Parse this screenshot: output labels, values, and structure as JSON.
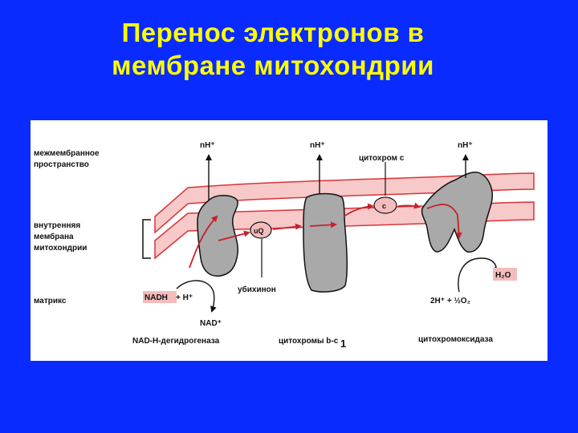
{
  "title": {
    "line1": "Перенос  электронов  в",
    "line2": "мембране  митохондрии"
  },
  "diagram": {
    "region_labels": {
      "intermembrane_1": "межмембранное",
      "intermembrane_2": "пространство",
      "inner_membrane_1": "внутренняя",
      "inner_membrane_2": "мембрана",
      "inner_membrane_3": "митохондрии",
      "matrix": "матрикс"
    },
    "proton_labels": {
      "complex1": "nH⁺",
      "complex3": "nH⁺",
      "complex4": "nH⁺"
    },
    "cytochrome_c_label": "цитохром c",
    "cytochrome_c_symbol": "c",
    "ubiquinone_symbol": "uQ",
    "ubiquinone_label": "убихинон",
    "substrates": {
      "nadh_box": "NADH",
      "nadh_plus": " + H⁺",
      "nad_plus": "NAD⁺",
      "water_reactants": "2H⁺ + ½O₂",
      "water_box": "H₂O"
    },
    "complex_labels": {
      "complex1": "NAD-H-дегидрогеназа",
      "complex3": "цитохромы b-c",
      "complex3_sub": "1",
      "complex4": "цитохромоксидаза"
    },
    "colors": {
      "background": "#0a2bff",
      "title": "#ffff00",
      "membrane_fill": "#f7c9c9",
      "membrane_stroke": "#d9343a",
      "arrow_red": "#c8202b",
      "protein_gray": "#a9a9a9",
      "highlight_pink": "#f4bcbc"
    }
  }
}
